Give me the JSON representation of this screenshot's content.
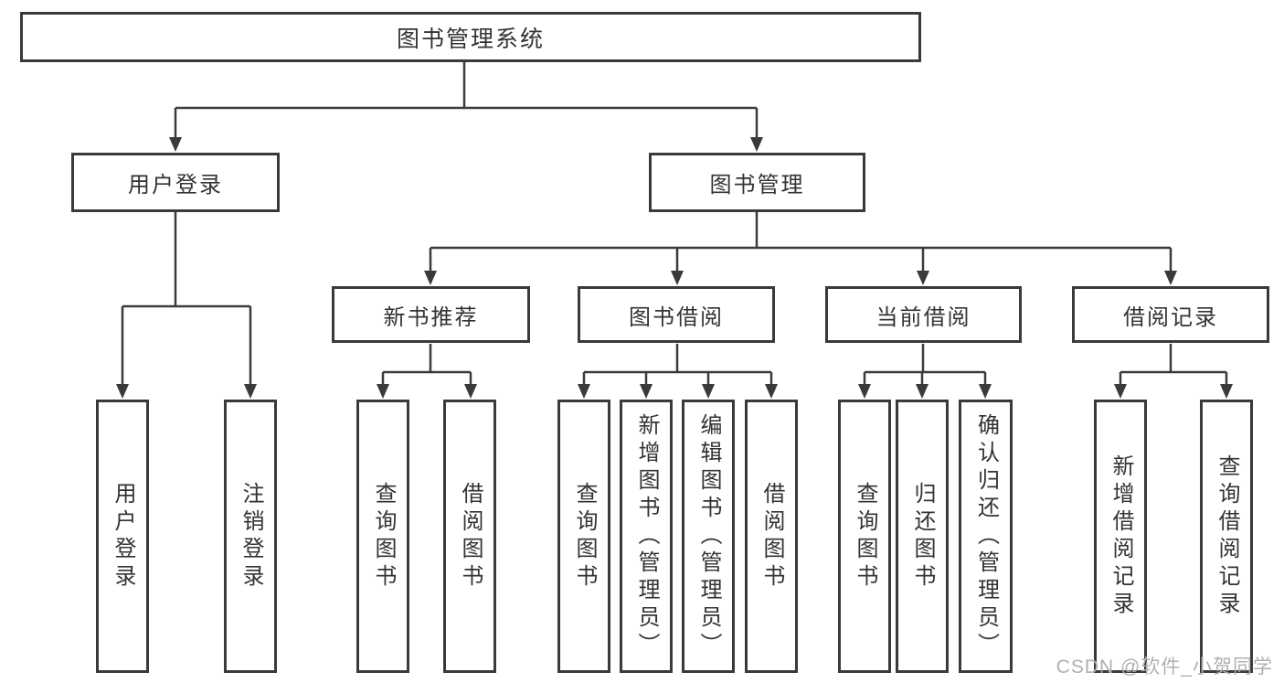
{
  "tree": {
    "root": {
      "label": "图书管理系统"
    },
    "branches": [
      {
        "label": "用户登录",
        "children": [
          {
            "label": "用户登录"
          },
          {
            "label": "注销登录"
          }
        ]
      },
      {
        "label": "图书管理",
        "children": [
          {
            "label": "新书推荐",
            "children": [
              {
                "label": "查询图书"
              },
              {
                "label": "借阅图书"
              }
            ]
          },
          {
            "label": "图书借阅",
            "children": [
              {
                "label": "查询图书"
              },
              {
                "label": "新增图书（管理员）"
              },
              {
                "label": "编辑图书（管理员）"
              },
              {
                "label": "借阅图书"
              }
            ]
          },
          {
            "label": "当前借阅",
            "children": [
              {
                "label": "查询图书"
              },
              {
                "label": "归还图书"
              },
              {
                "label": "确认归还（管理员）"
              }
            ]
          },
          {
            "label": "借阅记录",
            "children": [
              {
                "label": "新增借阅记录"
              },
              {
                "label": "查询借阅记录"
              }
            ]
          }
        ]
      }
    ]
  },
  "watermark": {
    "text": "CSDN @软件_小贺同学"
  },
  "colors": {
    "line": "#3a3a3a",
    "box_border": "#3a3a3a",
    "text": "#333333",
    "watermark_text": "#b0b0b0",
    "background": "#ffffff"
  }
}
